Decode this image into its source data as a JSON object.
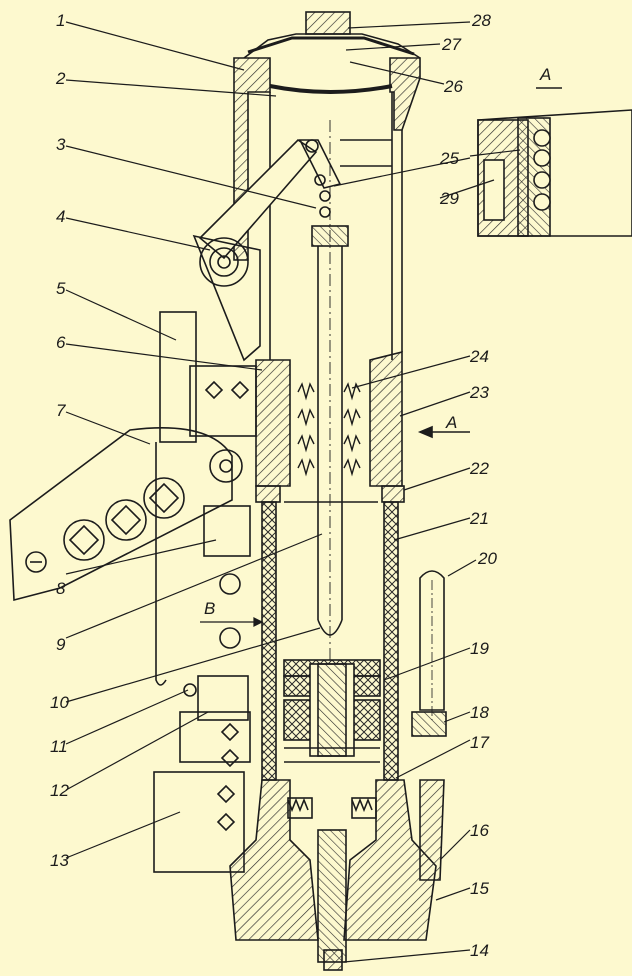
{
  "figure": {
    "background": "#fdf9cf",
    "ink": "#1c1c1c",
    "hatch": "#2a2a2a",
    "section_label": "A",
    "arrow_label": "A",
    "dim_label": "B",
    "callouts_left": [
      "1",
      "2",
      "3",
      "4",
      "5",
      "6",
      "7",
      "8",
      "9",
      "10",
      "11",
      "12",
      "13"
    ],
    "callouts_right": [
      "28",
      "27",
      "26",
      "25",
      "29",
      "24",
      "23",
      "22",
      "21",
      "20",
      "19",
      "18",
      "17",
      "16",
      "15",
      "14"
    ]
  }
}
